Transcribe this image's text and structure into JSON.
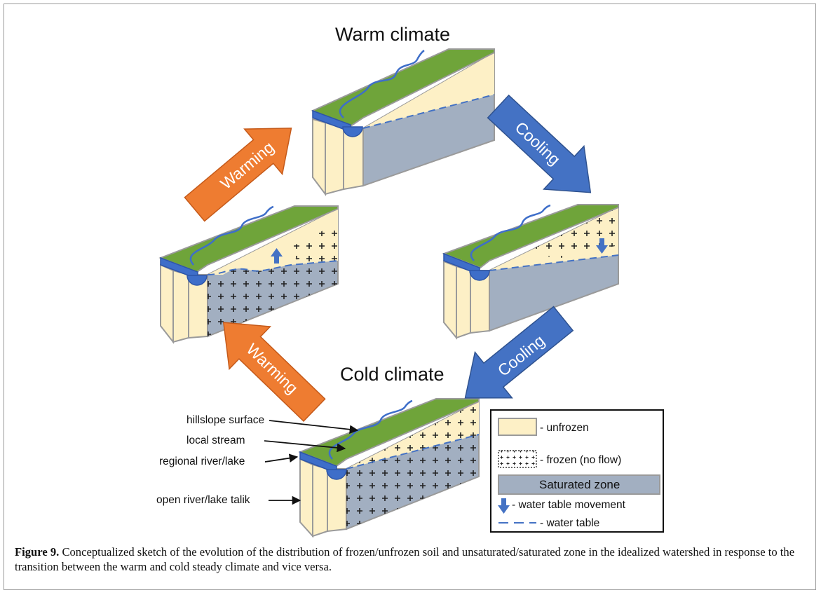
{
  "diagram": {
    "warm_title": "Warm climate",
    "cold_title": "Cold climate",
    "arrows": {
      "warming_upper": "Warming",
      "cooling_upper": "Cooling",
      "warming_lower": "Warming",
      "cooling_lower": "Cooling"
    },
    "labels": {
      "hillslope_surface": "hillslope surface",
      "local_stream": "local stream",
      "regional_river": "regional river/lake",
      "open_talik": "open river/lake talik"
    },
    "legend": {
      "unfrozen": "- unfrozen",
      "frozen": "- frozen (no flow)",
      "saturated": "Saturated zone",
      "wt_movement": "- water table movement",
      "water_table": "- water table"
    },
    "colors": {
      "unfrozen": "#fdf0c6",
      "saturated": "#a2afc1",
      "surface": "#6fa43a",
      "water": "#3e6ec9",
      "warming_arrow": "#ee7c31",
      "cooling_arrow": "#4472c4"
    }
  },
  "caption": {
    "label": "Figure 9.",
    "text": " Conceptualized sketch of the evolution of the distribution of frozen/unfrozen soil and unsaturated/saturated zone in the idealized watershed in response to the transition between the warm and cold steady climate and vice versa."
  }
}
